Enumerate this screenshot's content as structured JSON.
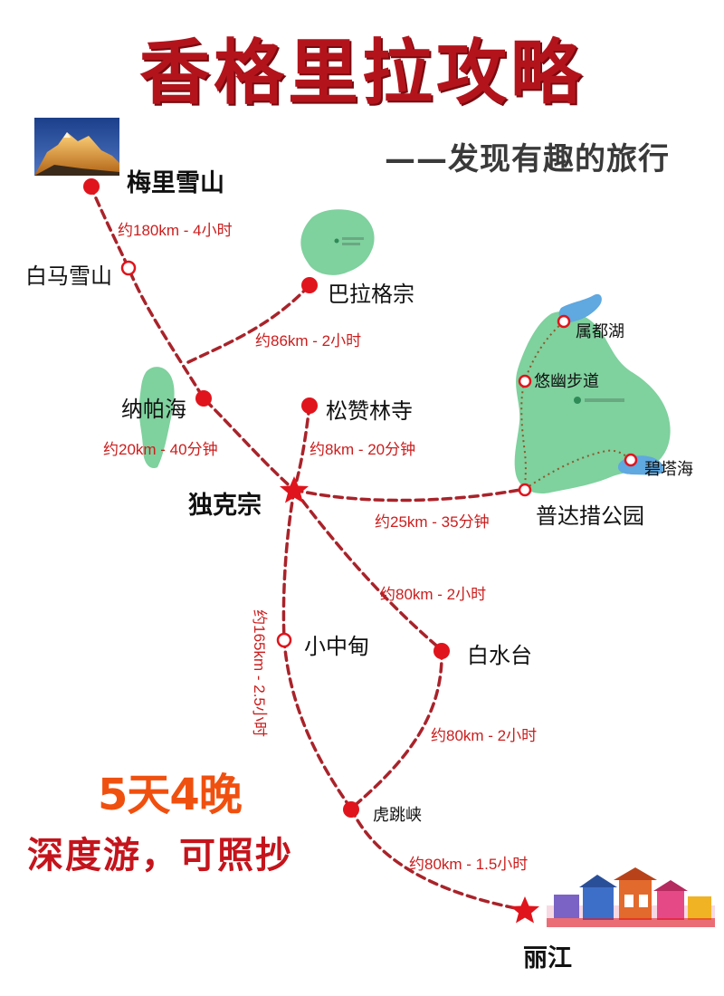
{
  "title": "香格里拉攻略",
  "subtitle": "——发现有趣的旅行",
  "places": {
    "meili": "梅里雪山",
    "baima": "白马雪山",
    "balagezong": "巴拉格宗",
    "napahai": "纳帕海",
    "songzanlin": "松赞林寺",
    "dukezong": "独克宗",
    "shudu": "属都湖",
    "youyou": "悠幽步道",
    "bita": "碧塔海",
    "pudacuo": "普达措公园",
    "xiaozhongdian": "小中甸",
    "baishuitai": "白水台",
    "hutiaoxia": "虎跳峡",
    "lijiang": "丽江"
  },
  "distances": {
    "meili_dukezong": "约180km - 4小时",
    "balagezong": "约86km - 2小时",
    "napahai": "约20km - 40分钟",
    "songzanlin": "约8km - 20分钟",
    "pudacuo": "约25km - 35分钟",
    "baishuitai": "约80km - 2小时",
    "xiaozhongdian": "约165km - 2.5小时",
    "baishuitai_hutiaoxia": "约80km - 2小时",
    "hutiaoxia_lijiang": "约80km - 1.5小时"
  },
  "promo": {
    "line1": "5天4晚",
    "line2": "深度游，可照抄"
  },
  "colors": {
    "route": "#a9232a",
    "marker": "#e0141c",
    "park_green": "#7fd19e",
    "lake_blue": "#5fa8e0",
    "title_red": "#b3141c"
  }
}
